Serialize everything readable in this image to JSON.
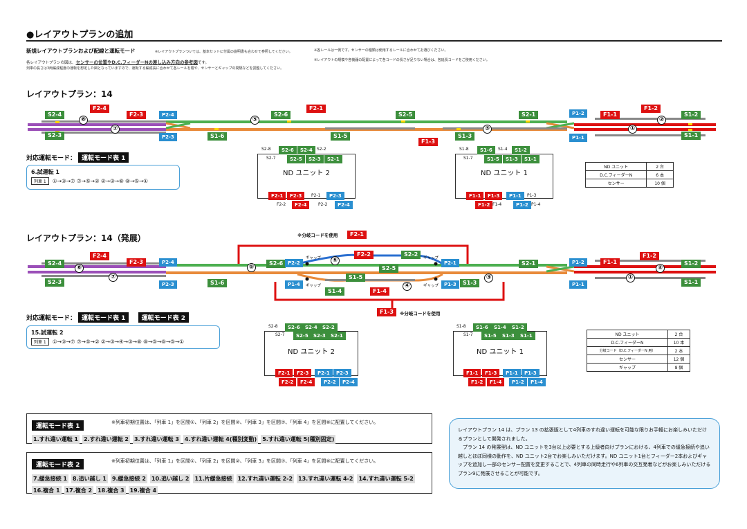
{
  "header": {
    "title": "●レイアウトプランの追加",
    "subtitle": "新規レイアウトプランおよび配線と運転モード",
    "subtitle_note": "※レイアウトプランついては、基本セットに付属の説明書も合わせて参照してください。",
    "line1_a": "各レイアウトプランの図は、",
    "line1_b": "センサーの位置やD.C.フィーダーNの差し込み方向の参考図",
    "line1_c": "です。",
    "line2": "列車の長さは3両編成程度の運転を想定した図となっていますので、運転する編成長に合わせて各レールを着や、センサーとギャップの間隔などを調整してください。",
    "note_r1": "※各レールは一例です。センサーの種類は使用するレールに合わせてお選びください。",
    "note_r2": "※レイアウトの規模や各機器の配置によって各コードの長さが足りない場合は、各延長コードをご使用ください。"
  },
  "plan1": {
    "title": "レイアウトプラン：14",
    "mode_label": "対応運転モード：",
    "mode_badge": "運転モード表 1",
    "trial_title": "6.試運転 1",
    "trial_chip": "列車 1",
    "trial_seq": "①→③→⑦ ⑦→⑤→② ②→③→⑧ ⑧→⑤→①",
    "unit2_name": "ND ユニット 2",
    "unit1_name": "ND ユニット 1",
    "table": [
      [
        "ND ユニット",
        "2 台"
      ],
      [
        "D.C.フィーダーN",
        "6 本"
      ],
      [
        "センサー",
        "10 個"
      ]
    ]
  },
  "plan2": {
    "title": "レイアウトプラン：14（発展）",
    "branch_note": "※分岐コードを使用",
    "mode_label": "対応運転モード：",
    "mode_badge1": "運転モード表 1",
    "mode_badge2": "運転モード表 2",
    "trial_title": "15.試運転 2",
    "trial_chip": "列車 1",
    "trial_seq": "①→③→⑦ ⑦→⑤→② ②→③→④→③→⑧ ⑧→⑤→⑥→⑤→①",
    "gap": "ギャップ",
    "unit2_name": "ND ユニット 2",
    "unit1_name": "ND ユニット 1",
    "table": [
      [
        "ND ユニット",
        "2 台"
      ],
      [
        "D.C.フィーダーN",
        "10 本"
      ],
      [
        "分岐コード（D.C.フィーダーN 用）",
        "2 本"
      ],
      [
        "センサー",
        "12 個"
      ],
      [
        "ギャップ",
        "8 個"
      ]
    ]
  },
  "labels": {
    "s24": "S2-4",
    "s23": "S2-3",
    "s26": "S2-6",
    "s25": "S2-5",
    "s21": "S2-1",
    "s22": "S2-2",
    "s16": "S1-6",
    "s15": "S1-5",
    "s13": "S1-3",
    "s11": "S1-1",
    "s12": "S1-2",
    "s14": "S1-4",
    "f24": "F2-4",
    "f23": "F2-3",
    "f21": "F2-1",
    "f22": "F2-2",
    "f11": "F1-1",
    "f12": "F1-2",
    "f13": "F1-3",
    "f14": "F1-4",
    "p24": "P2-4",
    "p23": "P2-3",
    "p21": "P2-1",
    "p22": "P2-2",
    "p12": "P1-2",
    "p11": "P1-1",
    "p13": "P1-3",
    "p14": "P1-4",
    "s28": "S2-8",
    "s27": "S2-7",
    "s18": "S1-8",
    "s17": "S1-7",
    "n1": "①",
    "n2": "②",
    "n3": "③",
    "n4": "④",
    "n5": "⑤",
    "n6": "⑥",
    "n7": "⑦",
    "n8": "⑧"
  },
  "mode1": {
    "title": "運転モード表 1",
    "note": "※列車初期位置は、「列車 1」を区間①、「列車 2」を区間②、「列車 3」を区間⑦、「列車 4」を区間⑧に配置してください。",
    "items": [
      "1.すれ違い運転 1",
      "2.すれ違い運転 2",
      "3.すれ違い運転 3",
      "4.すれ違い運転 4(種別変動)",
      "5.すれ違い運転 5(種別固定)"
    ]
  },
  "mode2": {
    "title": "運転モード表 2",
    "note": "※列車初期位置は、「列車 1」を区間①、「列車 2」を区間②、「列車 3」を区間⑦、「列車 4」を区間⑧に配置してください。",
    "items": [
      "7.緩急接続 1",
      "8.追い越し 1",
      "9.緩急接続 2",
      "10.追い越し 2",
      "11.片緩急接続",
      "12.すれ違い運転 2-2",
      "13.すれ違い運転 4-2",
      "14.すれ違い運転 5-2",
      "16.複合 1",
      "17.複合 2",
      "18.複合 3",
      "19.複合 4"
    ]
  },
  "description": {
    "p1": "レイアウトプラン 14 は、プラン 13 の拡張版として4列車のすれ違い運転を可能な限りお手軽にお楽しみいただけるプランとして開発されました。",
    "p2": "プラン 14 の発展型は、ND ユニットを3台以上必要とする上級者向けプランにおける、4列車での緩急接続や追い越しとほぼ同様の動作を、ND ユニット2台でお楽しみいただけます。ND ユニット1台とフィーダー2本およびギャップを追加し一部のセンサー配置を変更することで、4列車の同時走行や6列車の交互発着などがお楽しみいただけるプラン9に発展させることが可能です。"
  },
  "colors": {
    "green": "#3c8f3c",
    "red": "#d11",
    "blue": "#2a8fd0",
    "purple": "#9b4fb8",
    "orange": "#e88a3a",
    "track_green": "#4caf50"
  }
}
